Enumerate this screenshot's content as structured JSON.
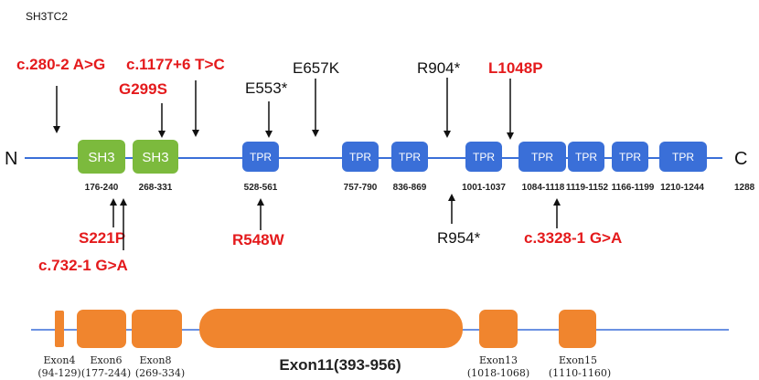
{
  "title": "SH3TC2",
  "n_terminal": "N",
  "c_terminal": "C",
  "colors": {
    "sh3": "#7cba3d",
    "tpr": "#3a6fd8",
    "backbone": "#3a6fd8",
    "exon": "#f0852e",
    "mutation_red": "#e41a1c",
    "mutation_black": "#111111"
  },
  "domains": [
    {
      "id": "sh3-1",
      "type": "SH3",
      "label": "SH3",
      "range": "176-240"
    },
    {
      "id": "sh3-2",
      "type": "SH3",
      "label": "SH3",
      "range": "268-331"
    },
    {
      "id": "tpr-1",
      "type": "TPR",
      "label": "TPR",
      "range": "528-561"
    },
    {
      "id": "tpr-2",
      "type": "TPR",
      "label": "TPR",
      "range": "757-790"
    },
    {
      "id": "tpr-3",
      "type": "TPR",
      "label": "TPR",
      "range": "836-869"
    },
    {
      "id": "tpr-4",
      "type": "TPR",
      "label": "TPR",
      "range": "1001-1037"
    },
    {
      "id": "tpr-5",
      "type": "TPR",
      "label": "TPR",
      "range": "1084-1118"
    },
    {
      "id": "tpr-6",
      "type": "TPR",
      "label": "TPR",
      "range": "1119-1152"
    },
    {
      "id": "tpr-7",
      "type": "TPR",
      "label": "TPR",
      "range": "1166-1199"
    },
    {
      "id": "tpr-8",
      "type": "TPR",
      "label": "TPR",
      "range": "1210-1244"
    }
  ],
  "protein_end": "1288",
  "mutations_above": [
    {
      "id": "m1",
      "label": "c.280-2 A>G",
      "color": "red"
    },
    {
      "id": "m2",
      "label": "G299S",
      "color": "red"
    },
    {
      "id": "m3",
      "label": "c.1177+6 T>C",
      "color": "red"
    },
    {
      "id": "m4",
      "label": "E553*",
      "color": "black"
    },
    {
      "id": "m5",
      "label": "E657K",
      "color": "black"
    },
    {
      "id": "m6",
      "label": "R904*",
      "color": "black"
    },
    {
      "id": "m7",
      "label": "L1048P",
      "color": "red"
    }
  ],
  "mutations_below": [
    {
      "id": "b1",
      "label": "S221P",
      "color": "red"
    },
    {
      "id": "b2",
      "label": "c.732-1 G>A",
      "color": "red"
    },
    {
      "id": "b3",
      "label": "R548W",
      "color": "red"
    },
    {
      "id": "b4",
      "label": "R954*",
      "color": "black"
    },
    {
      "id": "b5",
      "label": "c.3328-1 G>A",
      "color": "red"
    }
  ],
  "exons": [
    {
      "id": "exon4",
      "name": "Exon4",
      "range": "(94-129)"
    },
    {
      "id": "exon6",
      "name": "Exon6",
      "range": "(177-244)"
    },
    {
      "id": "exon8",
      "name": "Exon8",
      "range": "(269-334)"
    },
    {
      "id": "exon11",
      "name": "Exon11(393-956)",
      "range": ""
    },
    {
      "id": "exon13",
      "name": "Exon13",
      "range": "(1018-1068)"
    },
    {
      "id": "exon15",
      "name": "Exon15",
      "range": "(1110-1160)"
    }
  ]
}
